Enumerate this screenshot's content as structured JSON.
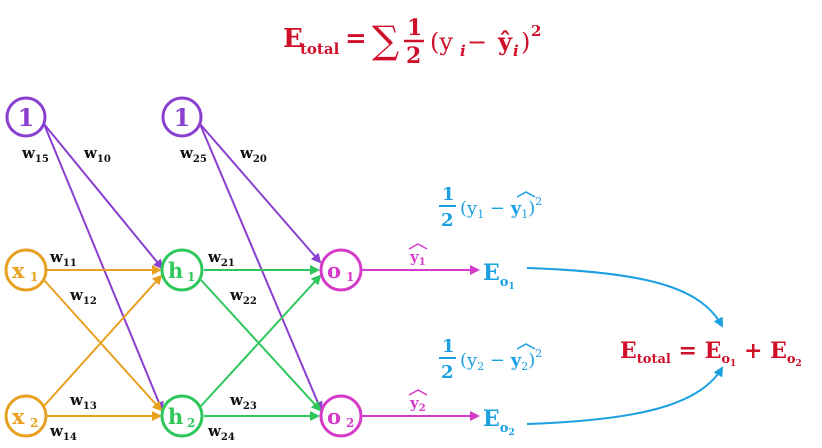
{
  "colors": {
    "bias": "#8a3fd0",
    "input": "#e8a020",
    "hidden": "#2ec75a",
    "output": "#d63ac8",
    "error_blue": "#1aa0e0",
    "total_red": "#d0102a",
    "weight_text": "#111111"
  },
  "title": {
    "e": "E",
    "e_sub": "total",
    "equals": "=",
    "sum": "∑",
    "frac_num": "1",
    "frac_den": "2",
    "expr": "(y",
    "sub_i": "i",
    "minus": " − ",
    "yhat": "ŷ",
    "sub_i2": "i",
    "close": ")",
    "sup": "2"
  },
  "nodes": {
    "bias1": {
      "label": "1"
    },
    "bias2": {
      "label": "1"
    },
    "x1": {
      "label": "x",
      "sub": "1"
    },
    "x2": {
      "label": "x",
      "sub": "2"
    },
    "h1": {
      "label": "h",
      "sub": "1"
    },
    "h2": {
      "label": "h",
      "sub": "2"
    },
    "o1": {
      "label": "o",
      "sub": "1"
    },
    "o2": {
      "label": "o",
      "sub": "2"
    }
  },
  "weights": {
    "w15": {
      "base": "w",
      "sub": "15"
    },
    "w10": {
      "base": "w",
      "sub": "10"
    },
    "w25": {
      "base": "w",
      "sub": "25"
    },
    "w20": {
      "base": "w",
      "sub": "20"
    },
    "w11": {
      "base": "w",
      "sub": "11"
    },
    "w12": {
      "base": "w",
      "sub": "12"
    },
    "w13": {
      "base": "w",
      "sub": "13"
    },
    "w14": {
      "base": "w",
      "sub": "14"
    },
    "w21": {
      "base": "w",
      "sub": "21"
    },
    "w22": {
      "base": "w",
      "sub": "22"
    },
    "w23": {
      "base": "w",
      "sub": "23"
    },
    "w24": {
      "base": "w",
      "sub": "24"
    }
  },
  "outputs": {
    "yhat1": {
      "base": "y",
      "sub": "1"
    },
    "yhat2": {
      "base": "y",
      "sub": "2"
    },
    "eo1": {
      "base": "E",
      "sub": "o",
      "subsub": "1"
    },
    "eo2": {
      "base": "E",
      "sub": "o",
      "subsub": "2"
    }
  },
  "error_terms": {
    "e1": {
      "num": "1",
      "den": "2",
      "open": "(y",
      "sub": "1",
      "minus": " − ",
      "hat": "y",
      "hatsub": "1",
      "close": ")",
      "sup": "2"
    },
    "e2": {
      "num": "1",
      "den": "2",
      "open": "(y",
      "sub": "2",
      "minus": " − ",
      "hat": "y",
      "hatsub": "2",
      "close": ")",
      "sup": "2"
    }
  },
  "total_eq": {
    "e": "E",
    "e_sub": "total",
    "equals": " = ",
    "t1": "E",
    "t1_sub": "o",
    "t1_subsub": "1",
    "plus": " + ",
    "t2": "E",
    "t2_sub": "o",
    "t2_subsub": "2"
  }
}
